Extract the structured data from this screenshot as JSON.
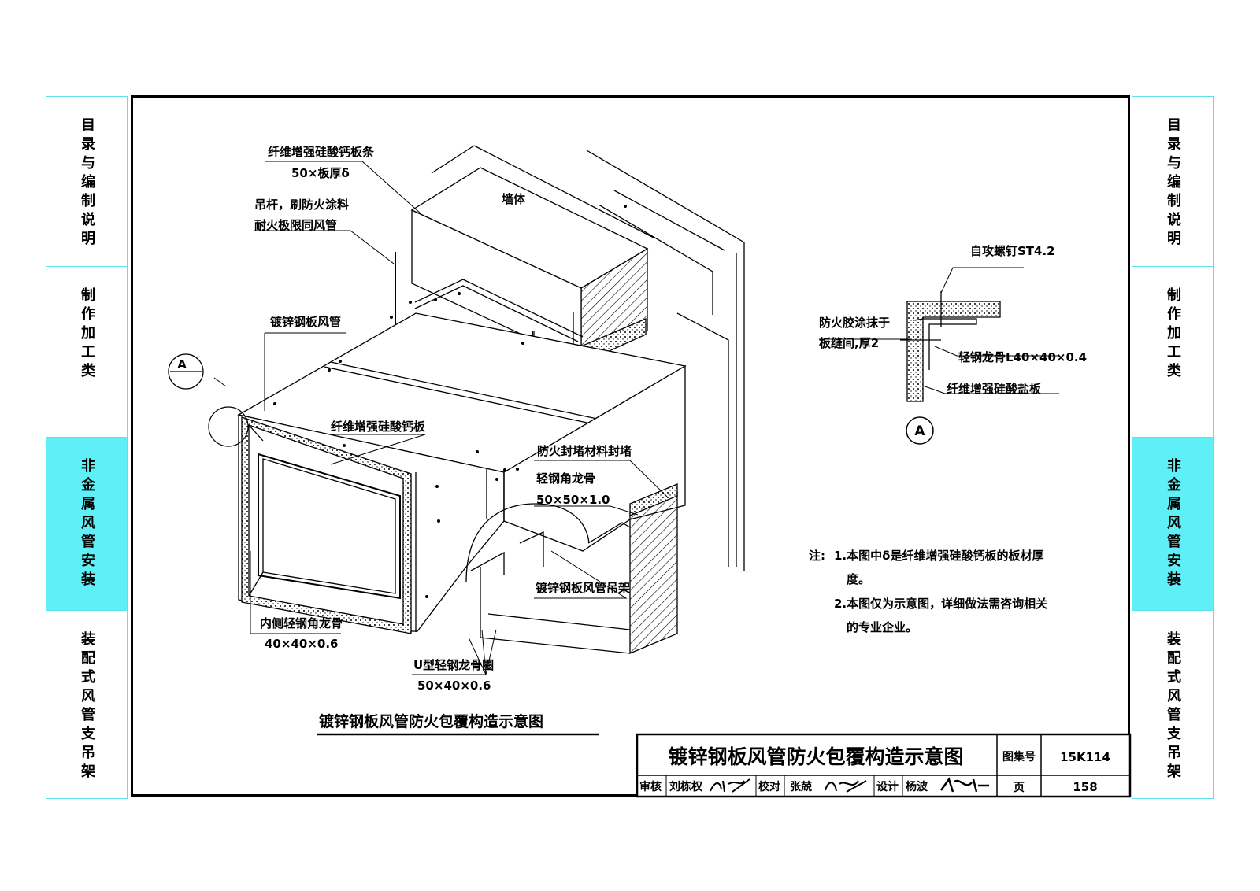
{
  "sidebar": {
    "items": [
      {
        "label": "目录与编制说明",
        "active": false
      },
      {
        "label": "制作加工类",
        "active": false
      },
      {
        "label": "非金属风管安装",
        "active": true
      },
      {
        "label": "装配式风管支吊架",
        "active": false
      }
    ],
    "accent": "#5ef0f6",
    "border": "#5fe0ea"
  },
  "drawing": {
    "callouts": {
      "strip_line1": "纤维增强硅酸钙板条",
      "strip_line2": "50×板厚δ",
      "rod_line1": "吊杆，刷防火涂料",
      "rod_line2": "耐火极限同风管",
      "wall": "墙体",
      "duct": "镀锌钢板风管",
      "board": "纤维增强硅酸钙板",
      "seal": "防火封堵材料封堵",
      "angle_line1": "轻钢角龙骨",
      "angle_line2": "50×50×1.0",
      "hanger": "镀锌钢板风管吊架",
      "inner_line1": "内侧轻钢角龙骨",
      "inner_line2": "40×40×0.6",
      "u_line1": "U型轻钢龙骨圈",
      "u_line2": "50×40×0.6"
    },
    "marker_left": "A",
    "detail": {
      "screw": "自攻螺钉ST4.2",
      "glue_line1": "防火胶涂抹于",
      "glue_line2": "板缝间,厚2",
      "keel": "轻钢龙骨L40×40×0.4",
      "plate": "纤维增强硅酸盐板",
      "marker": "A"
    },
    "caption": "镀锌钢板风管防火包覆构造示意图"
  },
  "notes": {
    "prefix": "注:",
    "line1": "1.本图中δ是纤维增强硅酸钙板的板材厚",
    "line1b": "度。",
    "line2": "2.本图仅为示意图，详细做法需咨询相关",
    "line2b": "的专业企业。"
  },
  "title_block": {
    "title": "镀锌钢板风管防火包覆构造示意图",
    "atlas_label": "图集号",
    "atlas_value": "15K114",
    "page_label": "页",
    "page_value": "158",
    "review_label": "审核",
    "reviewer": "刘栋权",
    "check_label": "校对",
    "checker": "张兢",
    "design_label": "设计",
    "designer": "杨波"
  }
}
